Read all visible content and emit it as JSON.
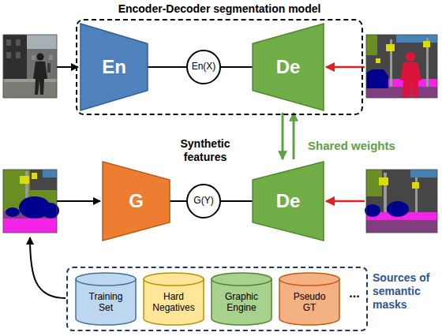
{
  "diagram": {
    "nodes": [
      {
        "text": [
          "Encoder-Decoder segmentation model"
        ]
      },
      {
        "text": [
          "En"
        ],
        "in": 0
      },
      {
        "text": [
          "En(X)"
        ],
        "in": 0
      },
      {
        "text": [
          "De"
        ],
        "in": 0
      },
      {
        "text": [
          "G"
        ]
      },
      {
        "text": [
          "G(Y)"
        ]
      },
      {
        "text": [
          "De"
        ]
      },
      {
        "text": [
          "Sources of semantic masks"
        ]
      },
      {
        "text": [
          "Training Set"
        ],
        "in": 7
      },
      {
        "text": [
          "Hard Negatives"
        ],
        "in": 7
      },
      {
        "text": [
          "Graphic Engine"
        ],
        "in": 7
      },
      {
        "text": [
          "Pseudo GT"
        ],
        "in": 7
      }
    ],
    "edges": [
      {
        "from": 1,
        "to": 2,
        "arrow": "none"
      },
      {
        "from": 2,
        "to": 3,
        "arrow": "none"
      },
      {
        "from": 4,
        "to": 5,
        "arrow": "none"
      },
      {
        "from": 5,
        "to": 6,
        "arrow": "none"
      },
      {
        "from": 3,
        "to": 6,
        "arrow": "to"
      },
      {
        "from": 6,
        "to": 3,
        "arrow": "to"
      }
    ],
    "labels": [
      "Synthetic features",
      "Shared weights",
      "..."
    ]
  }
}
